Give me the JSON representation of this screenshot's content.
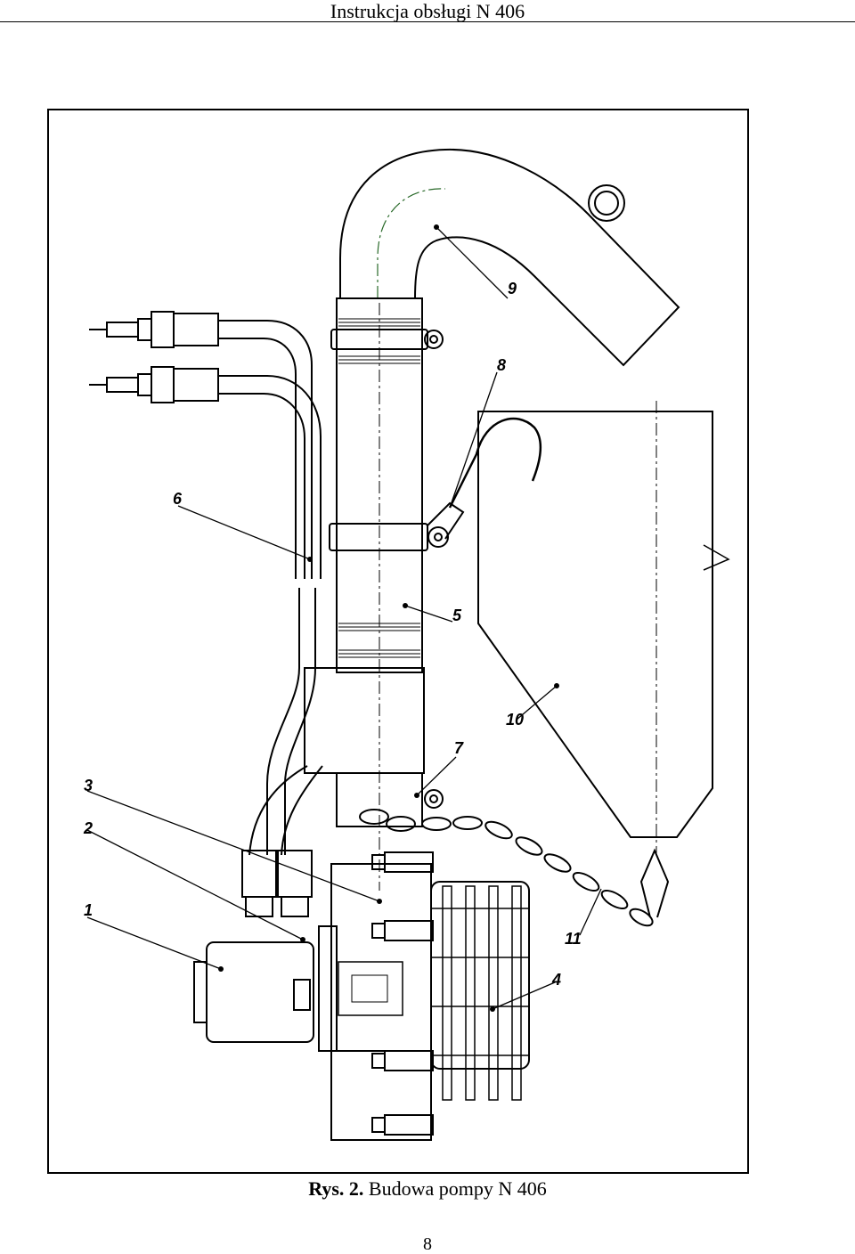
{
  "header": {
    "title": "Instrukcja obsługi N 406"
  },
  "figure": {
    "caption_label": "Rys. 2.",
    "caption_text": "Budowa pompy N 406",
    "callouts": [
      "1",
      "2",
      "3",
      "4",
      "5",
      "6",
      "7",
      "8",
      "9",
      "10",
      "11"
    ]
  },
  "footer": {
    "page_number": "8"
  }
}
